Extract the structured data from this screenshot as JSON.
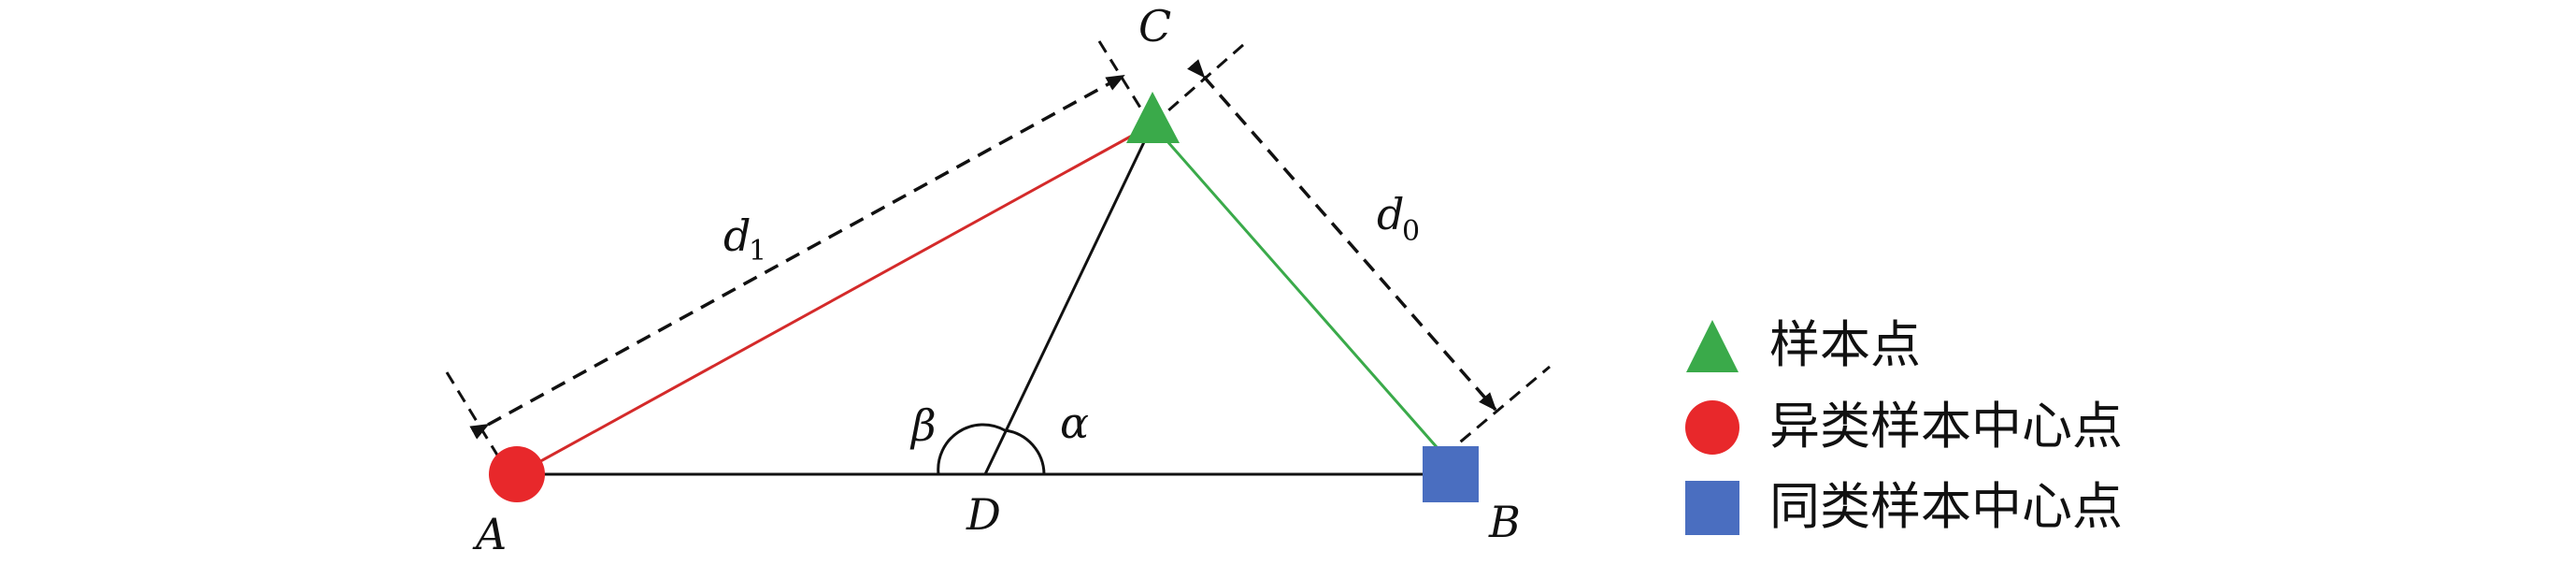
{
  "points": {
    "A": "A",
    "B": "B",
    "C": "C",
    "D": "D"
  },
  "angles": {
    "alpha": "α",
    "beta": "β"
  },
  "distances": {
    "d1": {
      "symbol": "d",
      "subscript": "1"
    },
    "d0": {
      "symbol": "d",
      "subscript": "0"
    }
  },
  "legend": [
    {
      "label": "样本点",
      "shape": "triangle",
      "color": "#3aaa4a"
    },
    {
      "label": "异类样本中心点",
      "shape": "circle",
      "color": "#e8282b"
    },
    {
      "label": "同类样本中心点",
      "shape": "square",
      "color": "#4a6ec0"
    }
  ],
  "colors": {
    "ac_line": "#d42a2a",
    "cb_line": "#3aaa4a",
    "black_line": "#111111"
  }
}
